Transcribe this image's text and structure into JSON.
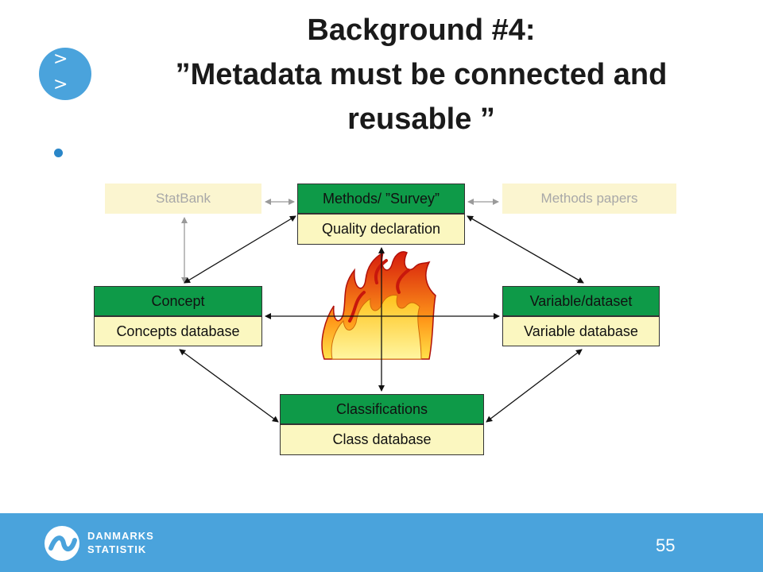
{
  "slide": {
    "title_line1": "Background #4:",
    "title_line2": "”Metadata must be connected and",
    "title_line3": "reusable ”",
    "bullet_text": ""
  },
  "logo_bubble": {
    "glyph_top": ">",
    "glyph_bottom": ">"
  },
  "diagram": {
    "statbank": "StatBank",
    "methods_survey": "Methods/ ”Survey”",
    "quality_declaration": "Quality declaration",
    "methods_papers": "Methods papers",
    "concept": "Concept",
    "concepts_database": "Concepts database",
    "variable_dataset": "Variable/dataset",
    "variable_database": "Variable database",
    "classifications": "Classifications",
    "class_database": "Class database",
    "center_graphic_icon": "fire-icon"
  },
  "footer": {
    "org_line1": "DANMARKS",
    "org_line2": "STATISTIK",
    "page_number": "55"
  },
  "colors": {
    "accent_blue": "#4aa3dc",
    "box_green": "#0e9a48",
    "box_yellow": "#fbf7c0",
    "faint_box": "#fbf5d0"
  }
}
